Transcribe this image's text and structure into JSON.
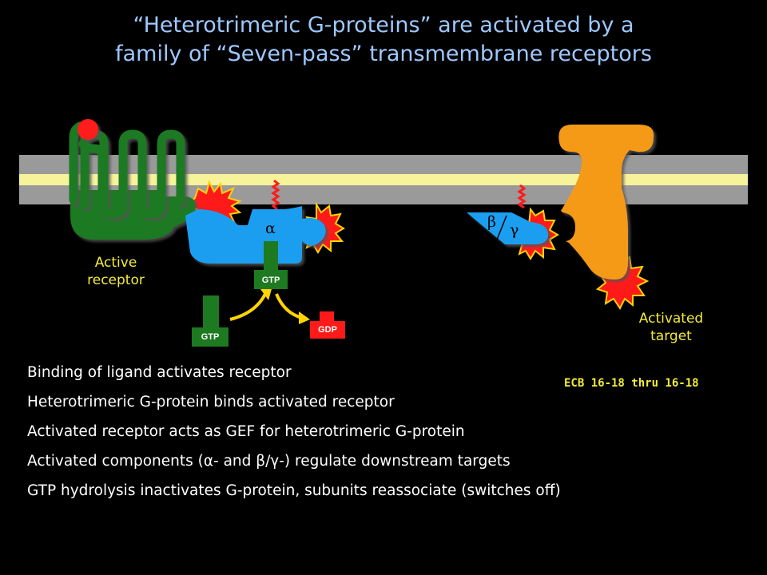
{
  "title": {
    "line1": "“Heterotrimeric G-proteins” are activated by a",
    "line2": "family of “Seven-pass” transmembrane receptors"
  },
  "labels": {
    "active_receptor_1": "Active",
    "active_receptor_2": "receptor",
    "activated_target_1": "Activated",
    "activated_target_2": "target",
    "alpha": "α",
    "beta": "β",
    "gamma": "γ",
    "gtp_bound": "GTP",
    "gtp_free": "GTP",
    "gdp": "GDP"
  },
  "reference": "ECB 16-18 thru 16-18",
  "bullets": [
    "Binding of ligand activates receptor",
    "Heterotrimeric G-protein binds activated receptor",
    "Activated receptor acts as GEF for heterotrimeric G-protein",
    "Activated components (α- and β/γ-) regulate downstream targets",
    "GTP hydrolysis inactivates G-protein, subunits reassociate (switches off)"
  ],
  "colors": {
    "background": "#000000",
    "title": "#9ec8ff",
    "labels": "#f3ec3a",
    "membrane_gray": "#9a9a9a",
    "membrane_yellow": "#f6f39a",
    "receptor_green": "#1e7a20",
    "alpha_blue": "#1e9ef0",
    "target_orange": "#f59a18",
    "activation_red": "#ff1a1a",
    "star_yellow": "#ffd400"
  }
}
